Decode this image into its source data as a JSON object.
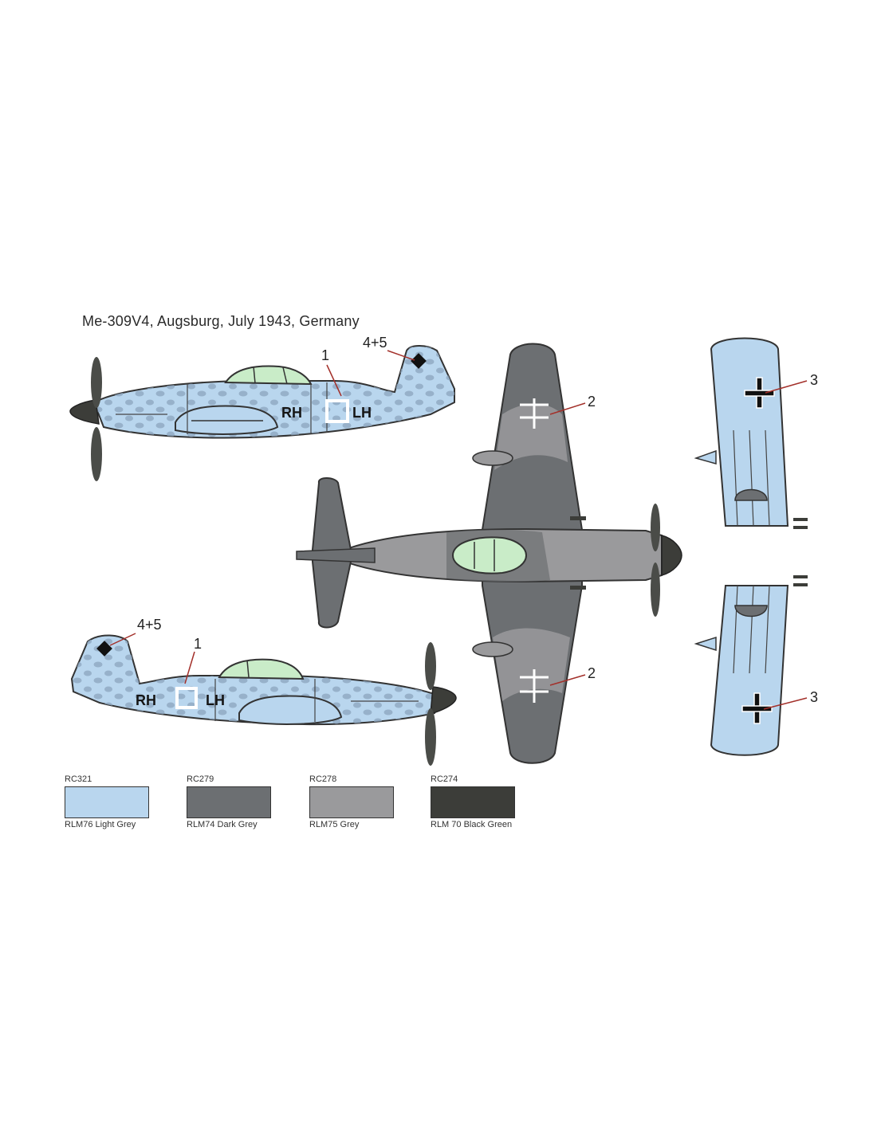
{
  "title": "Me-309V4, Augsburg, July 1943, Germany",
  "callouts": {
    "side_top_fuselage": "1",
    "side_top_tail": "4+5",
    "side_bottom_fuselage": "1",
    "side_bottom_tail": "4+5",
    "plan_wing_upper": "2",
    "plan_wing_lower": "2",
    "under_left_upper": "3",
    "under_left_lower": "3"
  },
  "codes": {
    "left": "RH",
    "right": "LH"
  },
  "swatches": [
    {
      "code": "RC321",
      "name": "RLM76 Light Grey",
      "color": "#b9d6ee"
    },
    {
      "code": "RC279",
      "name": "RLM74 Dark Grey",
      "color": "#6c6f72"
    },
    {
      "code": "RC278",
      "name": "RLM75 Grey",
      "color": "#9a9a9c"
    },
    {
      "code": "RC274",
      "name": "RLM 70 Black Green",
      "color": "#3c3d39"
    }
  ],
  "colors": {
    "light_grey": "#b9d6ee",
    "dark_grey": "#6c6f72",
    "grey": "#9a9a9c",
    "black_green": "#3c3d39",
    "canopy": "#c9ecc8",
    "leader": "#a3302a"
  }
}
